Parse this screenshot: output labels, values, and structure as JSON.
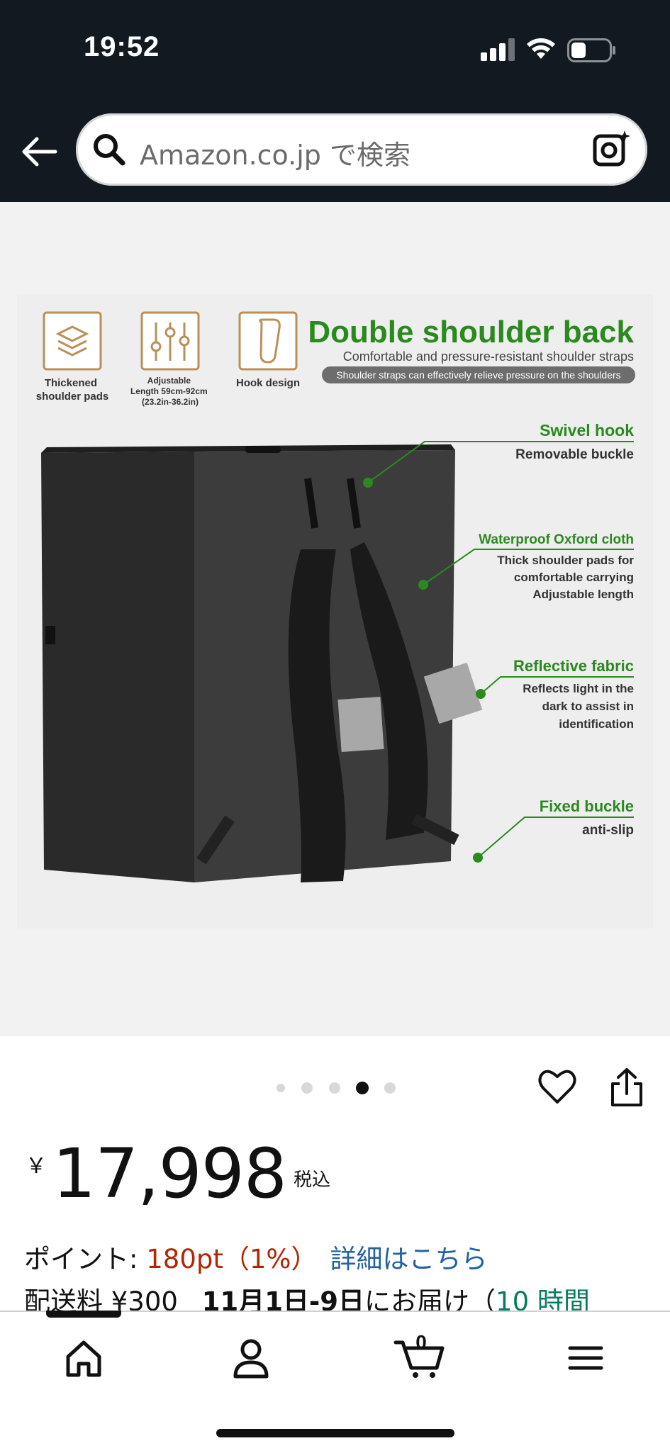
{
  "status_bar": {
    "time": "19:52"
  },
  "search": {
    "placeholder": "Amazon.co.jp で検索"
  },
  "product_image": {
    "title": "Double shoulder back",
    "subtitle": "Comfortable and pressure-resistant shoulder straps",
    "tagline": "Shoulder straps can effectively relieve pressure on the shoulders",
    "features": [
      {
        "label": "Thickened\nshoulder pads",
        "icon": "layers-icon"
      },
      {
        "label": "Adjustable\nLength 59cm-92cm\n(23.2in-36.2in)",
        "icon": "sliders-icon"
      },
      {
        "label": "Hook design",
        "icon": "carabiner-icon"
      }
    ],
    "callouts": [
      {
        "title": "Swivel hook",
        "lines": [
          "Removable buckle"
        ]
      },
      {
        "title": "Waterproof Oxford cloth",
        "lines": [
          "Thick shoulder pads for",
          "comfortable carrying",
          "Adjustable length"
        ]
      },
      {
        "title": "Reflective fabric",
        "lines": [
          "Reflects light in the",
          "dark to assist in",
          "identification"
        ]
      },
      {
        "title": "Fixed buckle",
        "lines": [
          "anti-slip"
        ]
      }
    ],
    "accent_color": "#2a8a1e"
  },
  "gallery": {
    "dot_count": 5,
    "active_index": 3
  },
  "price": {
    "currency": "￥",
    "amount": "17,998",
    "tax_label": "税込"
  },
  "points": {
    "label": "ポイント: ",
    "value": "180pt（1%）",
    "link": "詳細はこちら"
  },
  "shipping": {
    "fee_label": "配送料 ¥300",
    "date": "11月1日-9日",
    "suffix": "にお届け（",
    "time": "10 時間"
  },
  "tab_bar": {
    "cart_count": "0"
  },
  "colors": {
    "header_bg": "#131921",
    "price_red": "#b12704",
    "link_blue": "#2162a1"
  }
}
